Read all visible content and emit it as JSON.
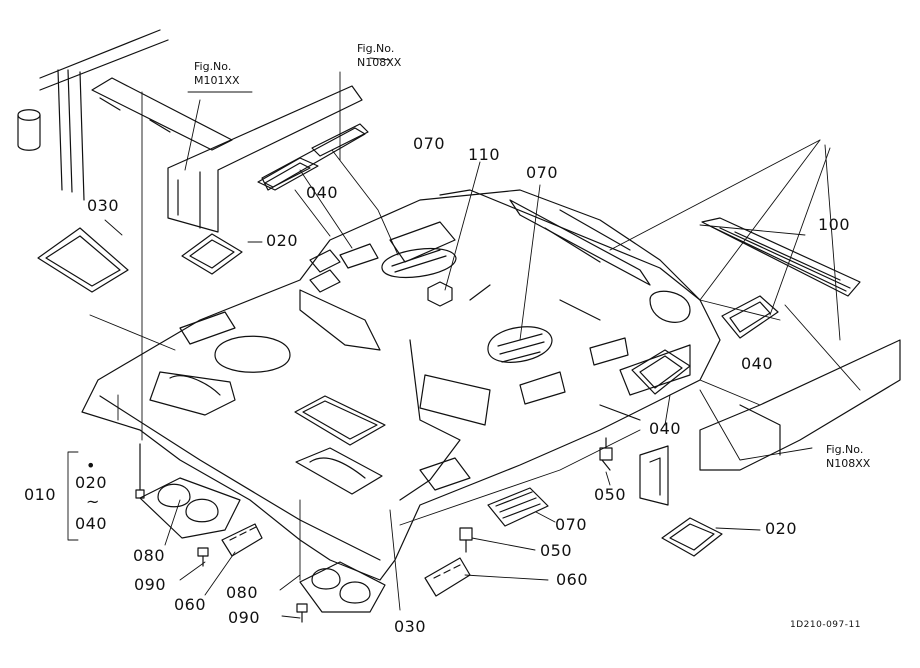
{
  "figure_refs": {
    "m101": {
      "prefix": "Fig.No.",
      "code": "M101XX"
    },
    "n108_top": {
      "prefix": "Fig.No.",
      "code": "N108XX"
    },
    "n108_right": {
      "prefix": "Fig.No.",
      "code": "N108XX"
    }
  },
  "callouts": {
    "c010": "010",
    "c020_a": "020",
    "c020_b": "020",
    "c020_range": "020",
    "c030_a": "030",
    "c030_b": "030",
    "c040_a": "040",
    "c040_b": "040",
    "c040_c": "040",
    "c040_range": "040",
    "c050_a": "050",
    "c050_b": "050",
    "c060_a": "060",
    "c060_b": "060",
    "c070_a": "070",
    "c070_b": "070",
    "c070_c": "070",
    "c080_a": "080",
    "c080_b": "080",
    "c090_a": "090",
    "c090_b": "090",
    "c100": "100",
    "c110": "110"
  },
  "range_marker": {
    "bullet": "•",
    "tilde": "~"
  },
  "drawing_code": "1D210-097-11",
  "colors": {
    "line": "#111111",
    "background": "#ffffff",
    "shade": "#cfcfcf"
  }
}
